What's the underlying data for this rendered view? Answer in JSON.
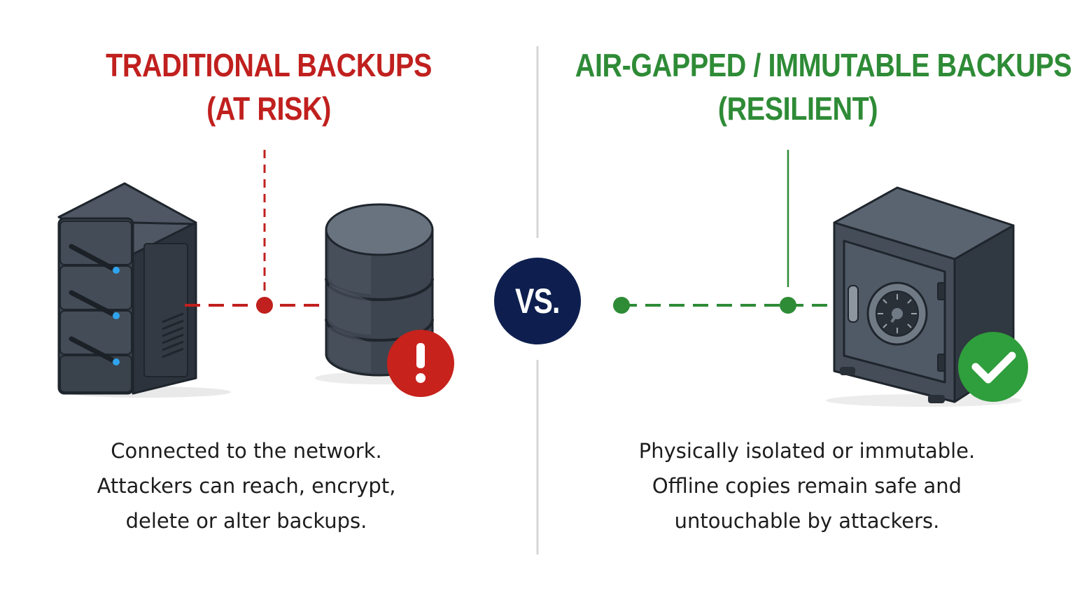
{
  "left_panel": {
    "title_lines": [
      "TRADITIONAL BACKUPS",
      "(AT RISK)"
    ],
    "description_lines": [
      "Connected to the network.",
      "Attackers can reach, encrypt,",
      "delete or alter backups."
    ],
    "accent_color": "#c0201e",
    "badge_icon": "exclamation-icon",
    "icons": [
      "server-rack-icon",
      "database-icon"
    ]
  },
  "right_panel": {
    "title_lines": [
      "AIR-GAPPED / IMMUTABLE BACKUPS",
      "(RESILIENT)"
    ],
    "description_lines": [
      "Physically isolated or immutable.",
      "Offline copies remain safe and",
      "untouchable by attackers."
    ],
    "accent_color": "#2e8b36",
    "badge_icon": "checkmark-icon",
    "icons": [
      "safe-vault-icon"
    ]
  },
  "center": {
    "vs_label": "VS.",
    "badge_color": "#0e1f4f",
    "divider_color": "#d6d6d6"
  }
}
